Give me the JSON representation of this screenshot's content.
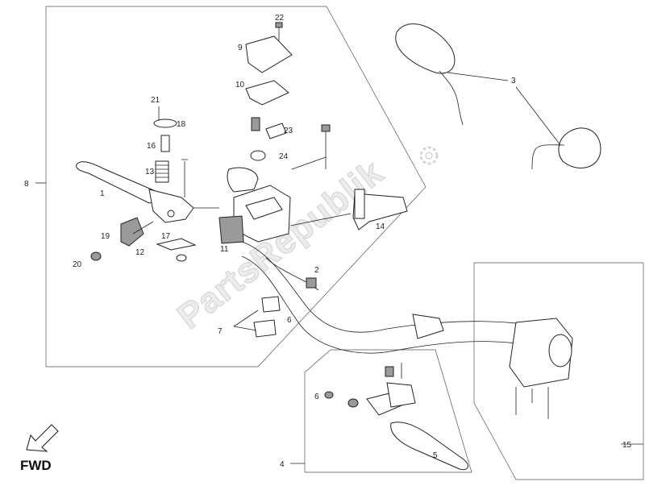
{
  "callouts": [
    {
      "id": "c22",
      "text": "22"
    },
    {
      "id": "c9",
      "text": "9"
    },
    {
      "id": "c10",
      "text": "10"
    },
    {
      "id": "c3",
      "text": "3"
    },
    {
      "id": "c21",
      "text": "21"
    },
    {
      "id": "c18",
      "text": "18"
    },
    {
      "id": "c23",
      "text": "23"
    },
    {
      "id": "c16",
      "text": "16"
    },
    {
      "id": "c24",
      "text": "24"
    },
    {
      "id": "c8",
      "text": "8"
    },
    {
      "id": "c13",
      "text": "13"
    },
    {
      "id": "c1",
      "text": "1"
    },
    {
      "id": "c14",
      "text": "14"
    },
    {
      "id": "c19",
      "text": "19"
    },
    {
      "id": "c17",
      "text": "17"
    },
    {
      "id": "c11",
      "text": "11"
    },
    {
      "id": "c12",
      "text": "12"
    },
    {
      "id": "c20",
      "text": "20"
    },
    {
      "id": "c2",
      "text": "2"
    },
    {
      "id": "c6a",
      "text": "6"
    },
    {
      "id": "c7",
      "text": "7"
    },
    {
      "id": "c6b",
      "text": "6"
    },
    {
      "id": "c4",
      "text": "4"
    },
    {
      "id": "c5",
      "text": "5"
    },
    {
      "id": "c15",
      "text": "15"
    }
  ],
  "fwd_label": "FWD",
  "watermark": "PartsRepublik",
  "colors": {
    "line": "#222222",
    "watermark": "#ececec",
    "part_fill": "#9a9a9a"
  }
}
